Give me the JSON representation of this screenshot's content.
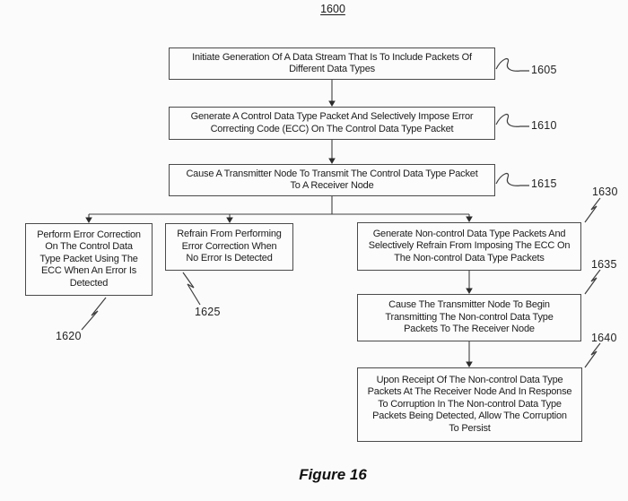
{
  "diagram": {
    "number_label": "1600",
    "caption": "Figure 16",
    "colors": {
      "ink": "#3f3f3f",
      "box_border": "#4a4a4a",
      "background": "#fbfbfb",
      "text": "#1c1c1c"
    },
    "steps": [
      {
        "ref": "1605",
        "text": "Initiate Generation Of A Data Stream That Is To Include Packets Of\nDifferent Data Types"
      },
      {
        "ref": "1610",
        "text": "Generate A Control Data Type Packet And Selectively Impose Error\nCorrecting Code (ECC) On The Control Data Type Packet"
      },
      {
        "ref": "1615",
        "text": "Cause A Transmitter Node To Transmit The Control Data Type Packet\nTo A Receiver Node"
      },
      {
        "ref": "1620",
        "text": "Perform Error Correction\nOn The Control Data\nType Packet Using The\nECC When An Error Is\nDetected"
      },
      {
        "ref": "1625",
        "text": "Refrain From Performing\nError Correction When\nNo Error Is Detected"
      },
      {
        "ref": "1630",
        "text": "Generate Non-control Data Type Packets And\nSelectively Refrain From Imposing The ECC On\nThe Non-control Data Type Packets"
      },
      {
        "ref": "1635",
        "text": "Cause The Transmitter Node To Begin\nTransmitting The Non-control Data Type\nPackets To The Receiver Node"
      },
      {
        "ref": "1640",
        "text": "Upon Receipt Of The Non-control Data Type\nPackets At The Receiver Node And In Response\nTo Corruption In The Non-control Data Type\nPackets Being Detected, Allow The Corruption\nTo Persist"
      }
    ]
  }
}
